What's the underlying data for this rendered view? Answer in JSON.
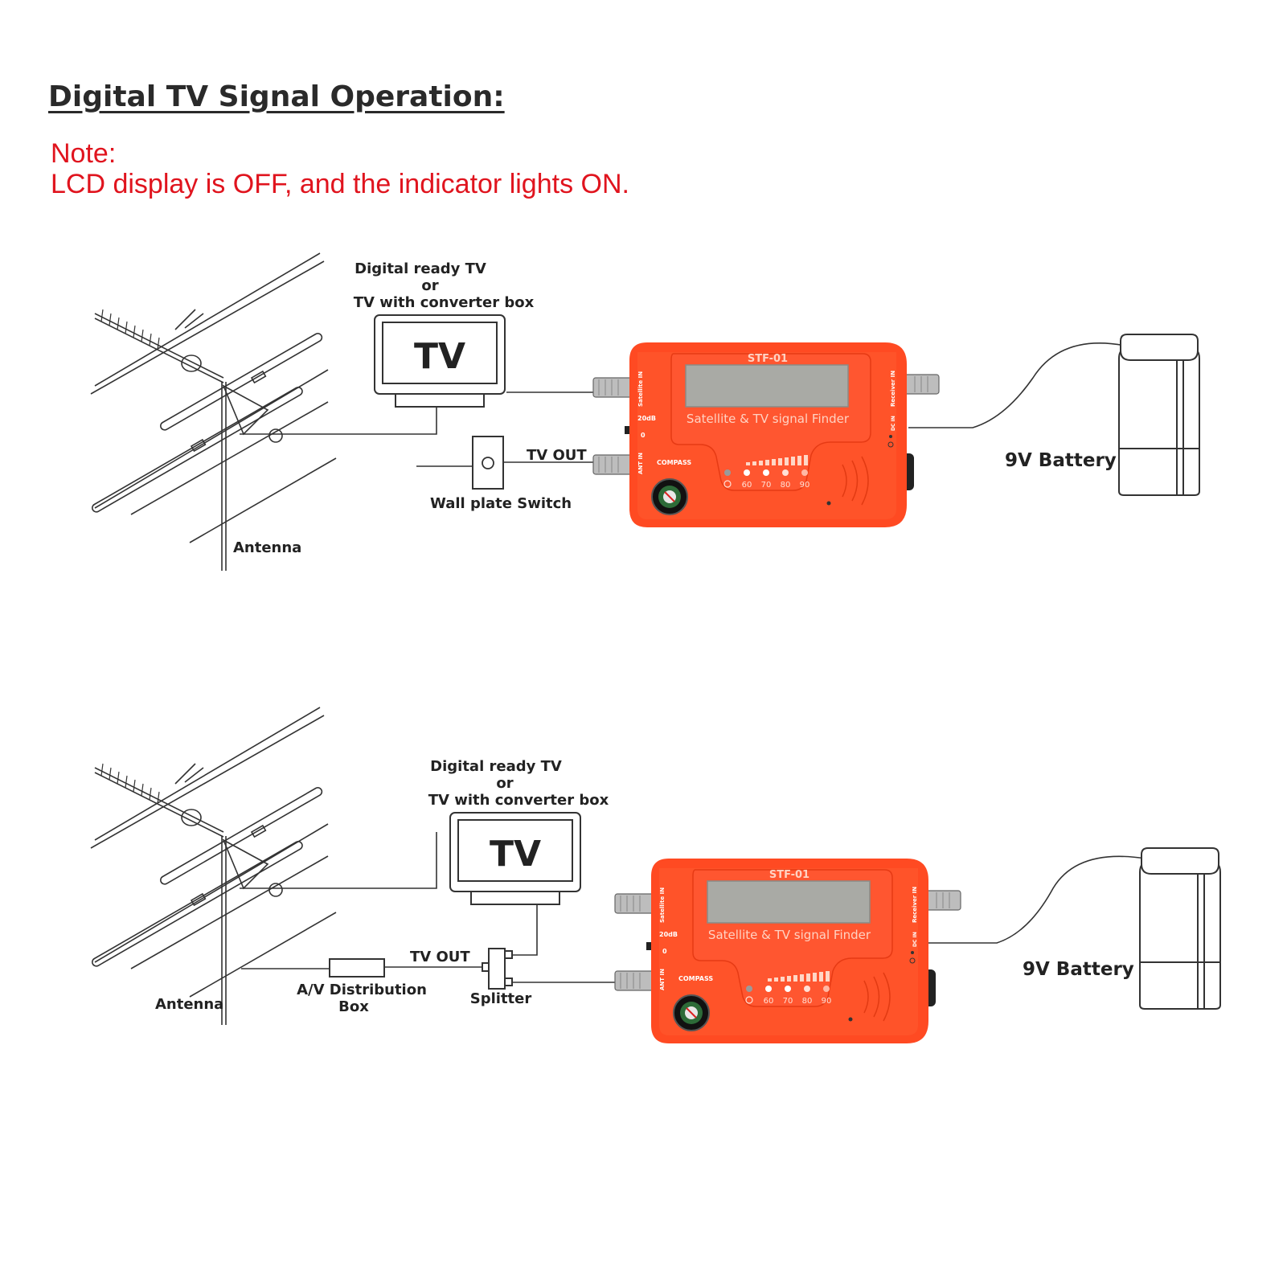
{
  "header": {
    "title": "Digital TV Signal Operation:",
    "note_heading": "Note:",
    "note_text": "LCD display is OFF, and the indicator lights ON."
  },
  "device": {
    "model": "STF-01",
    "caption": "Satellite & TV signal Finder",
    "port_satellite": "Satellite IN",
    "port_ant": "ANT IN",
    "port_receiver": "Receiver IN",
    "port_dc": "DC IN",
    "switch_20db": "20dB",
    "switch_0": "0",
    "compass": "COMPASS",
    "levels": [
      "60",
      "70",
      "80",
      "90"
    ]
  },
  "diagram_1": {
    "tv_heading_1": "Digital ready TV",
    "tv_heading_2": "or",
    "tv_heading_3": "TV with converter box",
    "tv_screen": "TV",
    "tv_out": "TV OUT",
    "wall_plate": "Wall plate Switch",
    "antenna": "Antenna",
    "battery": "9V Battery"
  },
  "diagram_2": {
    "tv_heading_1": "Digital ready TV",
    "tv_heading_2": "or",
    "tv_heading_3": "TV with converter box",
    "tv_screen": "TV",
    "tv_out": "TV OUT",
    "av_box_1": "A/V Distribution",
    "av_box_2": "Box",
    "splitter": "Splitter",
    "antenna": "Antenna",
    "battery": "9V Battery"
  },
  "colors": {
    "device_body": "#ff4a22",
    "lcd": "#a9aaa5",
    "note_red": "#e0141e",
    "line": "#333333"
  }
}
